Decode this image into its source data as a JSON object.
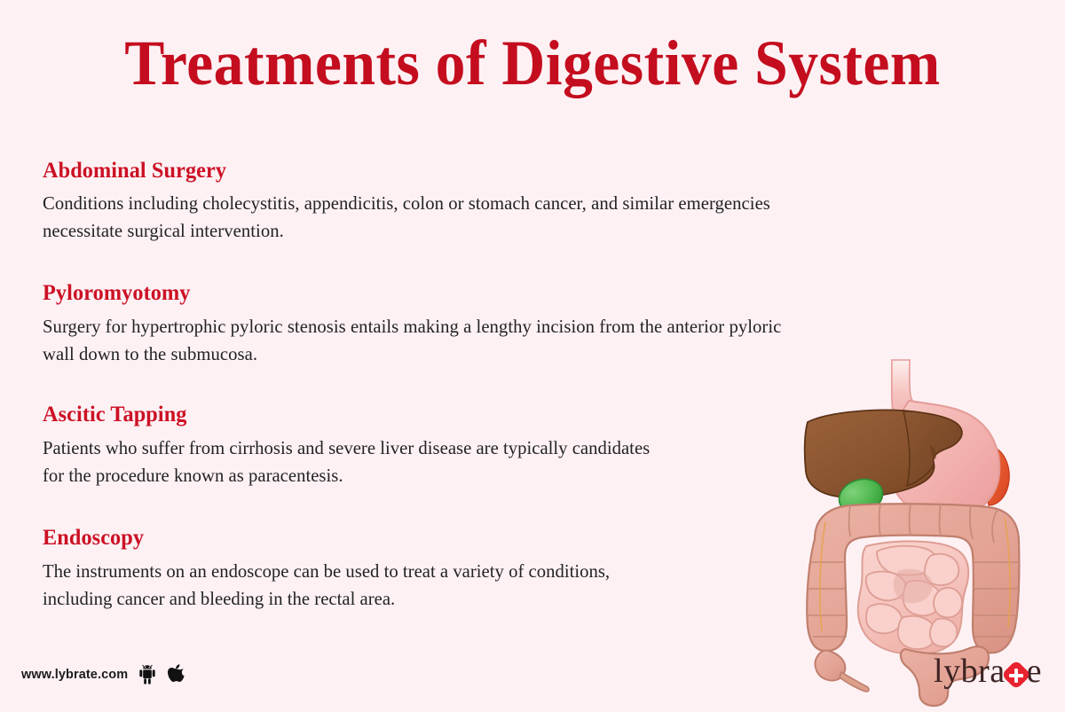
{
  "page": {
    "title": "Treatments of Digestive System",
    "background_color": "#fdf1f4",
    "title_color": "#c40d1e",
    "heading_color": "#cc1124",
    "body_color": "#232323"
  },
  "sections": [
    {
      "heading": "Abdominal Surgery",
      "lines": [
        "Conditions including cholecystitis, appendicitis, colon or stomach cancer, and similar emergencies",
        "necessitate surgical intervention."
      ]
    },
    {
      "heading": "Pyloromyotomy",
      "lines": [
        "Surgery for hypertrophic pyloric stenosis entails making a lengthy incision from the anterior pyloric",
        "wall down to the submucosa."
      ]
    },
    {
      "heading": "Ascitic Tapping",
      "lines": [
        "Patients who suffer from cirrhosis and severe liver disease are typically candidates",
        "for the procedure known as paracentesis."
      ]
    },
    {
      "heading": "Endoscopy",
      "lines": [
        "The instruments on an endoscope can be used to treat a variety of conditions,",
        "including cancer and bleeding in the rectal area."
      ]
    }
  ],
  "footer": {
    "url": "www.lybrate.com",
    "icons": [
      "android-icon",
      "apple-icon"
    ]
  },
  "brand": {
    "text_before": "lybra",
    "text_after": "e",
    "icon": "red-diamond-plus-icon",
    "accent_color": "#e8222e"
  },
  "illustration": {
    "name": "digestive-system-illustration",
    "organs": [
      {
        "name": "esophagus",
        "color": "#f3b7b4"
      },
      {
        "name": "stomach",
        "color": "#f2b3b0"
      },
      {
        "name": "liver",
        "color": "#8a5430"
      },
      {
        "name": "gallbladder",
        "color": "#4fb84f"
      },
      {
        "name": "spleen",
        "color": "#e5552f"
      },
      {
        "name": "large-intestine",
        "color": "#e3a294"
      },
      {
        "name": "small-intestine",
        "color": "#f6c5bf"
      },
      {
        "name": "appendix",
        "color": "#dba089"
      },
      {
        "name": "rectum",
        "color": "#dd9b8d"
      }
    ]
  }
}
